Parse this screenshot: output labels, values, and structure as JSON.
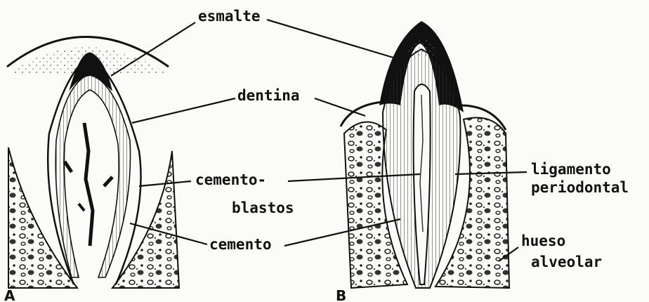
{
  "labels": {
    "esmalte": "esmalte",
    "dentina": "dentina",
    "cementoblastos_1": "cemento-",
    "cementoblastos_2": "blastos",
    "cemento": "cemento",
    "ligamento_1": "ligamento",
    "ligamento_2": "periodontal",
    "hueso_1": "hueso",
    "hueso_2": "alveolar"
  },
  "panels": {
    "a": "A",
    "b": "B"
  },
  "colors": {
    "ink": "#111111",
    "paper": "#fbfbf8"
  }
}
